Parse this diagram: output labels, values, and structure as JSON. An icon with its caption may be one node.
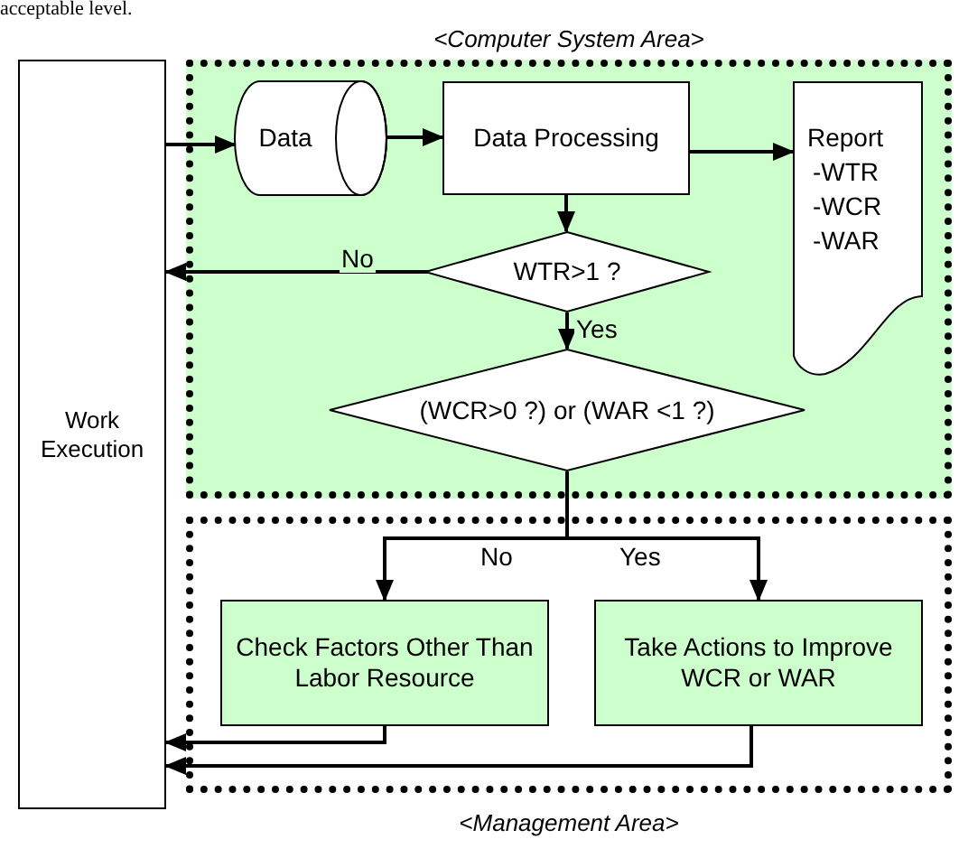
{
  "diagram": {
    "nodes": [
      {
        "text": [
          "<Computer System Area>"
        ]
      },
      {
        "text": [
          "Work Execution"
        ]
      },
      {
        "text": [
          "Data"
        ],
        "in": 0
      },
      {
        "text": [
          "Data Processing"
        ],
        "in": 0
      },
      {
        "text": [
          "Report",
          "-WTR",
          "-WCR",
          "-WAR"
        ],
        "in": 0
      },
      {
        "text": [
          "WTR>1 ?"
        ],
        "in": 0
      },
      {
        "text": [
          "(WCR>0 ?) or (WAR <1 ?)"
        ],
        "in": 0
      },
      {
        "text": [
          "<Management Area>"
        ]
      },
      {
        "text": [
          "Check Factors Other Than Labor Resource"
        ],
        "in": 7
      },
      {
        "text": [
          "Take Actions to Improve WCR or WAR"
        ],
        "in": 7
      }
    ],
    "edges": [
      {
        "from": 1,
        "to": 2,
        "arrow": "to"
      },
      {
        "from": 2,
        "to": 3,
        "arrow": "to"
      },
      {
        "from": 3,
        "to": 4,
        "arrow": "to"
      },
      {
        "from": 3,
        "to": 5,
        "arrow": "to"
      },
      {
        "from": 5,
        "to": 1,
        "arrow": "to",
        "label": "No"
      },
      {
        "from": 5,
        "to": 6,
        "arrow": "to",
        "label": "Yes"
      },
      {
        "from": 6,
        "to": 8,
        "arrow": "to",
        "label": "No"
      },
      {
        "from": 6,
        "to": 9,
        "arrow": "to",
        "label": "Yes"
      },
      {
        "from": 8,
        "to": 1,
        "arrow": "to"
      },
      {
        "from": 9,
        "to": 1,
        "arrow": "to"
      }
    ],
    "labels": [
      "acceptable level."
    ]
  }
}
